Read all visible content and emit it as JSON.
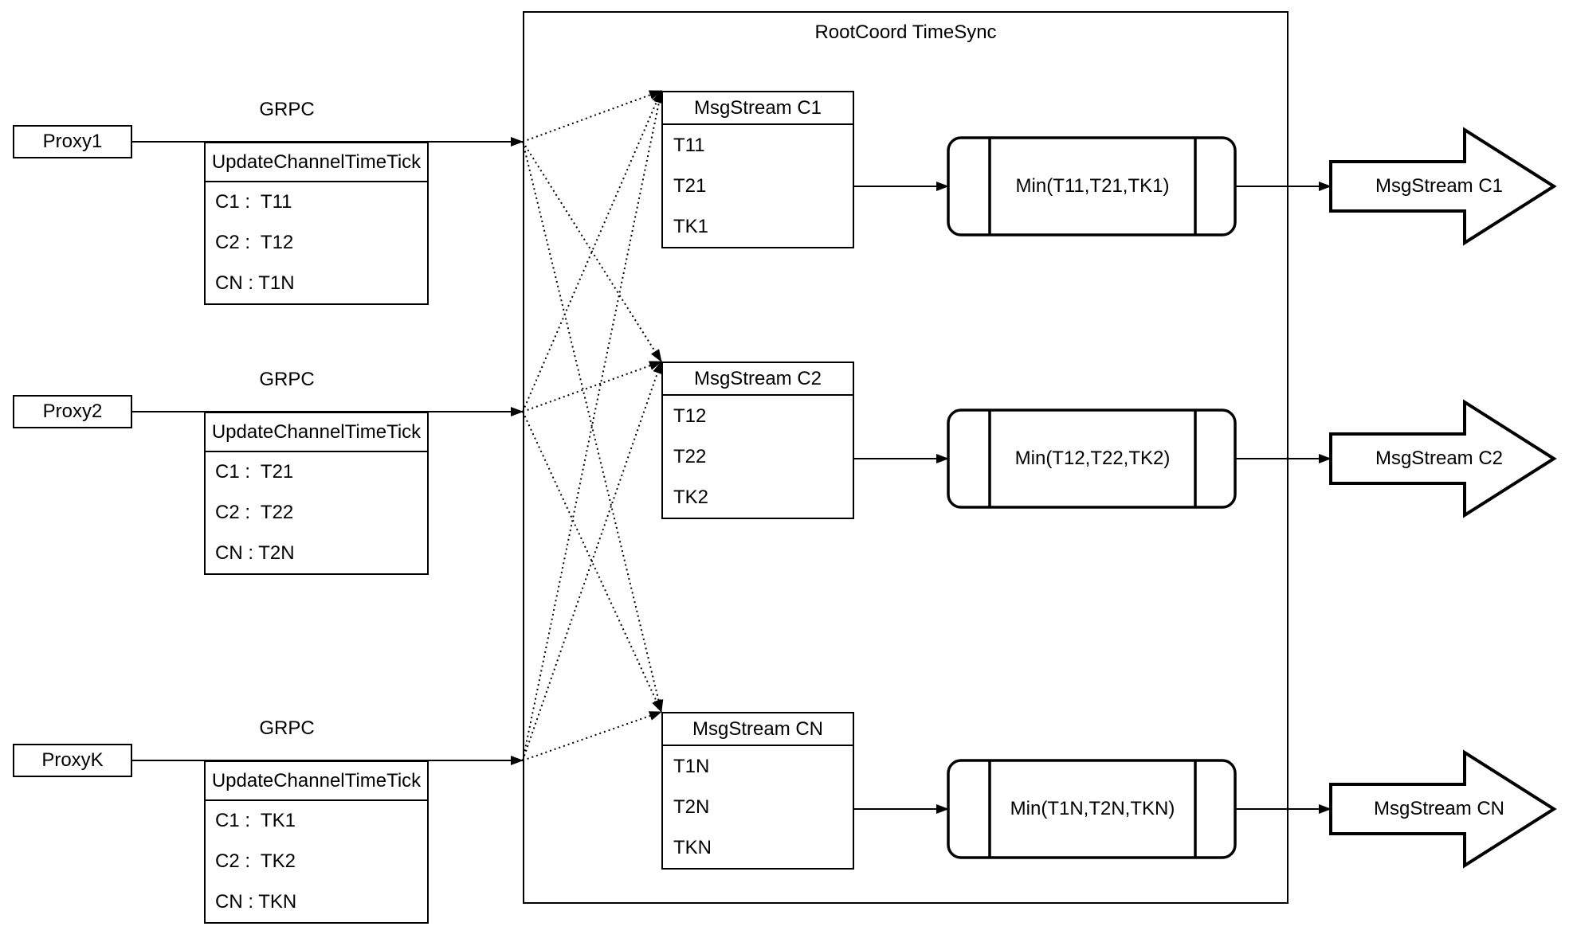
{
  "title": "RootCoord TimeSync",
  "proxies": [
    {
      "label": "Proxy1",
      "protocol": "GRPC",
      "table_header": "UpdateChannelTimeTick",
      "rows": [
        "C1 :  T11",
        "C2 :  T12",
        "CN : T1N"
      ]
    },
    {
      "label": "Proxy2",
      "protocol": "GRPC",
      "table_header": "UpdateChannelTimeTick",
      "rows": [
        "C1 :  T21",
        "C2 :  T22",
        "CN : T2N"
      ]
    },
    {
      "label": "ProxyK",
      "protocol": "GRPC",
      "table_header": "UpdateChannelTimeTick",
      "rows": [
        "C1 :  TK1",
        "C2 :  TK2",
        "CN : TKN"
      ]
    }
  ],
  "streams": [
    {
      "header": "MsgStream C1",
      "ticks": [
        "T11",
        "T21",
        "TK1"
      ],
      "min": "Min(T11,T21,TK1)",
      "output": "MsgStream C1"
    },
    {
      "header": "MsgStream C2",
      "ticks": [
        "T12",
        "T22",
        "TK2"
      ],
      "min": "Min(T12,T22,TK2)",
      "output": "MsgStream C2"
    },
    {
      "header": "MsgStream CN",
      "ticks": [
        "T1N",
        "T2N",
        "TKN"
      ],
      "min": "Min(T1N,T2N,TKN)",
      "output": "MsgStream CN"
    }
  ],
  "colors": {
    "stroke": "#000000",
    "background": "#ffffff"
  }
}
